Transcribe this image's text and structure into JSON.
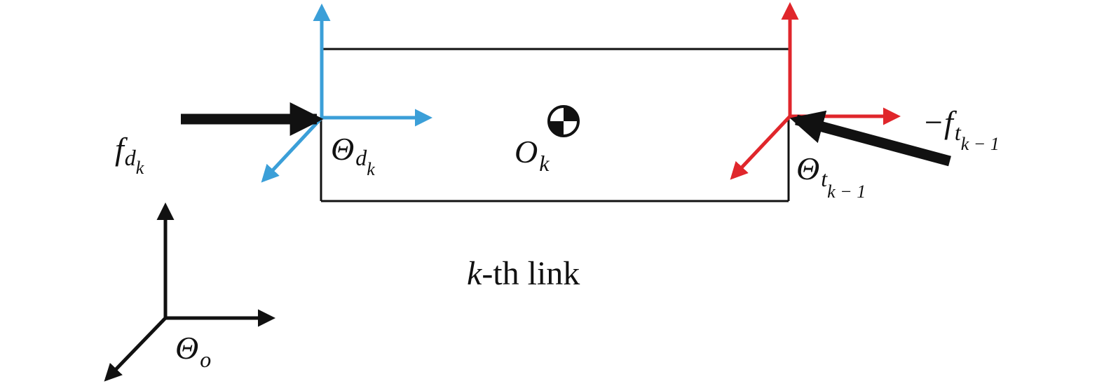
{
  "colors": {
    "ink": "#111111",
    "blue": "#3b9fd8",
    "red": "#e0262b",
    "background": "#ffffff"
  },
  "labels": {
    "force_d": {
      "main": "f",
      "sub": "d",
      "subsub": "k"
    },
    "frame_d": {
      "main": "Θ",
      "sub": "d",
      "subsub": "k"
    },
    "com": {
      "main": "O",
      "sub": "k"
    },
    "force_t": {
      "main": "−f",
      "sub": "t",
      "subsub": "k − 1"
    },
    "frame_t": {
      "main": "Θ",
      "sub": "t",
      "subsub": "k − 1"
    },
    "frame_o": {
      "main": "Θ",
      "sub": "o"
    },
    "caption": {
      "italic": "k",
      "rest": "-th link"
    }
  },
  "icons": {
    "com_marker": "center-of-mass-icon"
  }
}
